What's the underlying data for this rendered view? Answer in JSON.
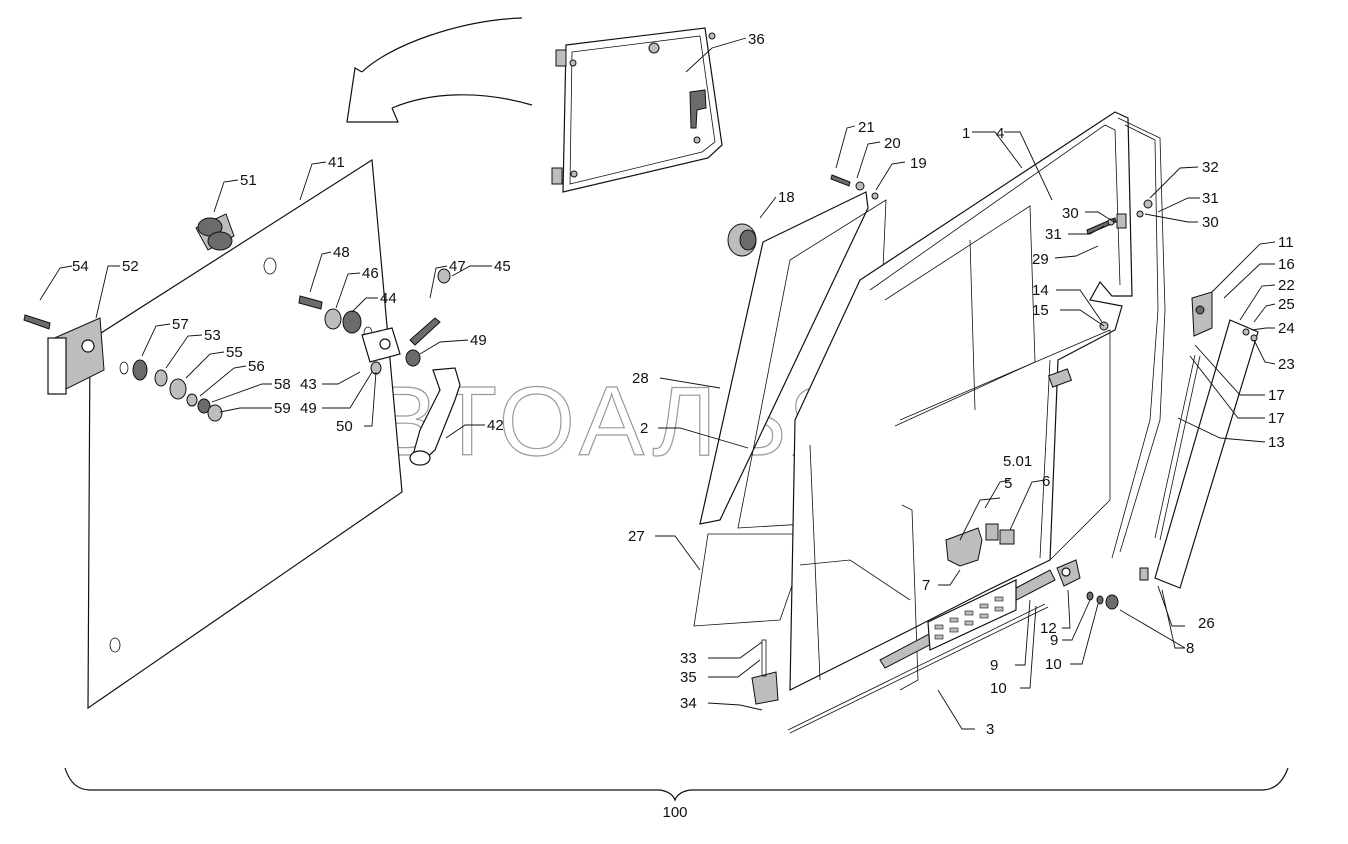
{
  "watermark": "АВТОАЛЬЯНС",
  "assembly_label": "100",
  "callouts": [
    {
      "id": "c1",
      "text": "1"
    },
    {
      "id": "c4",
      "text": "4"
    },
    {
      "id": "c36",
      "text": "36"
    },
    {
      "id": "c21",
      "text": "21"
    },
    {
      "id": "c20",
      "text": "20"
    },
    {
      "id": "c19",
      "text": "19"
    },
    {
      "id": "c18",
      "text": "18"
    },
    {
      "id": "c32",
      "text": "32"
    },
    {
      "id": "c31a",
      "text": "31"
    },
    {
      "id": "c30a",
      "text": "30"
    },
    {
      "id": "c30b",
      "text": "30"
    },
    {
      "id": "c31b",
      "text": "31"
    },
    {
      "id": "c29",
      "text": "29"
    },
    {
      "id": "c11",
      "text": "11"
    },
    {
      "id": "c16",
      "text": "16"
    },
    {
      "id": "c22",
      "text": "22"
    },
    {
      "id": "c25",
      "text": "25"
    },
    {
      "id": "c24",
      "text": "24"
    },
    {
      "id": "c23",
      "text": "23"
    },
    {
      "id": "c14",
      "text": "14"
    },
    {
      "id": "c15",
      "text": "15"
    },
    {
      "id": "c17a",
      "text": "17"
    },
    {
      "id": "c17b",
      "text": "17"
    },
    {
      "id": "c13",
      "text": "13"
    },
    {
      "id": "c28",
      "text": "28"
    },
    {
      "id": "c2",
      "text": "2"
    },
    {
      "id": "c501",
      "text": "5.01"
    },
    {
      "id": "c5",
      "text": "5"
    },
    {
      "id": "c6",
      "text": "6"
    },
    {
      "id": "c27",
      "text": "27"
    },
    {
      "id": "c7",
      "text": "7"
    },
    {
      "id": "c12",
      "text": "12"
    },
    {
      "id": "c9a",
      "text": "9"
    },
    {
      "id": "c9b",
      "text": "9"
    },
    {
      "id": "c10a",
      "text": "10"
    },
    {
      "id": "c10b",
      "text": "10"
    },
    {
      "id": "c8",
      "text": "8"
    },
    {
      "id": "c26",
      "text": "26"
    },
    {
      "id": "c33",
      "text": "33"
    },
    {
      "id": "c35",
      "text": "35"
    },
    {
      "id": "c34",
      "text": "34"
    },
    {
      "id": "c3",
      "text": "3"
    },
    {
      "id": "c41",
      "text": "41"
    },
    {
      "id": "c51",
      "text": "51"
    },
    {
      "id": "c54",
      "text": "54"
    },
    {
      "id": "c52",
      "text": "52"
    },
    {
      "id": "c48",
      "text": "48"
    },
    {
      "id": "c46",
      "text": "46"
    },
    {
      "id": "c44",
      "text": "44"
    },
    {
      "id": "c47",
      "text": "47"
    },
    {
      "id": "c45",
      "text": "45"
    },
    {
      "id": "c57",
      "text": "57"
    },
    {
      "id": "c53",
      "text": "53"
    },
    {
      "id": "c55",
      "text": "55"
    },
    {
      "id": "c56",
      "text": "56"
    },
    {
      "id": "c58",
      "text": "58"
    },
    {
      "id": "c59",
      "text": "59"
    },
    {
      "id": "c49a",
      "text": "49"
    },
    {
      "id": "c43",
      "text": "43"
    },
    {
      "id": "c49b",
      "text": "49"
    },
    {
      "id": "c50",
      "text": "50"
    },
    {
      "id": "c42",
      "text": "42"
    }
  ]
}
